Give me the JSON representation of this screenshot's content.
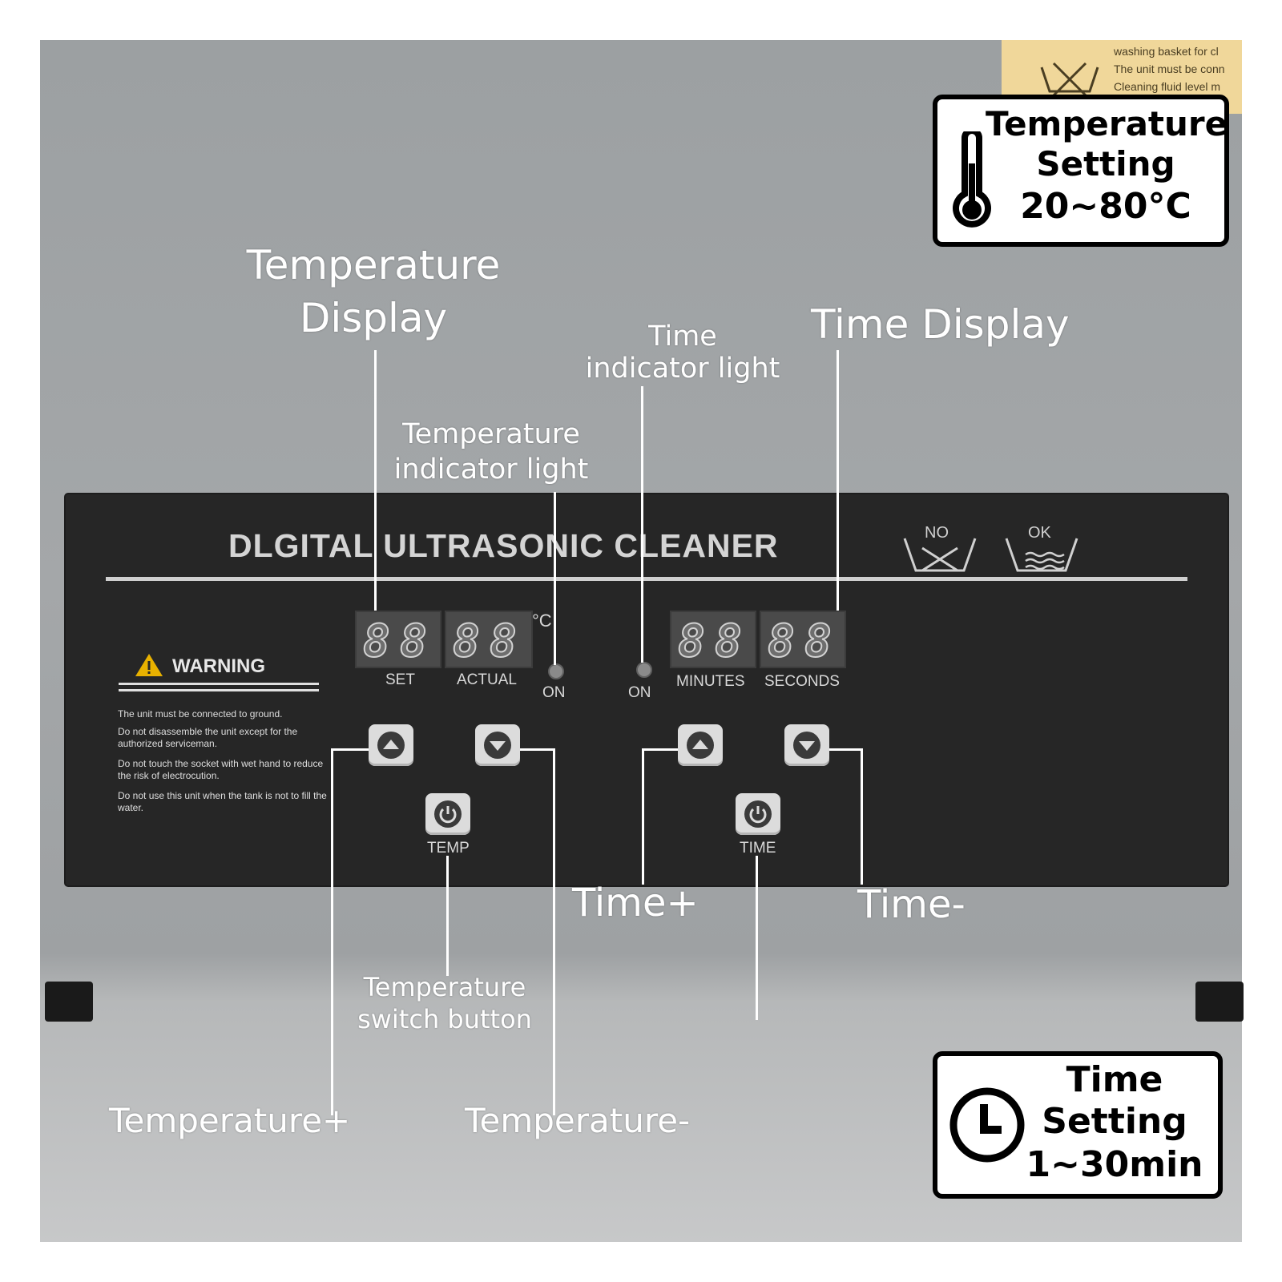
{
  "label_sticker": {
    "lines": [
      "washing basket for cl",
      "The unit must be conn",
      "Cleaning fluid level m"
    ]
  },
  "panel": {
    "title": "DLGITAL ULTRASONIC CLEANER",
    "wash_no": "NO",
    "wash_ok": "OK",
    "temp_unit": "°C",
    "display_digits": "8",
    "labels": {
      "set": "SET",
      "actual": "ACTUAL",
      "on_temp": "ON",
      "on_time": "ON",
      "minutes": "MINUTES",
      "seconds": "SECONDS",
      "temp_button": "TEMP",
      "time_button": "TIME"
    },
    "warning": {
      "title": "WARNING",
      "lines": [
        "The unit must be connected to ground.",
        "Do not disassemble the unit except for the authorized serviceman.",
        "Do not touch the socket with wet hand to reduce the risk of electrocution.",
        "Do not use this unit when the tank is not to fill the water."
      ]
    }
  },
  "annotations": {
    "temperature_display": [
      "Temperature",
      "Display"
    ],
    "time_indicator_light": [
      "Time",
      "indicator light"
    ],
    "time_display": "Time Display",
    "temperature_indicator_light": [
      "Temperature",
      "indicator light"
    ],
    "time_plus": "Time+",
    "time_minus": "Time-",
    "temperature_switch_button": [
      "Temperature",
      "switch button"
    ],
    "temperature_plus": "Temperature+",
    "temperature_minus": "Temperature-"
  },
  "badges": {
    "temperature": {
      "lines": [
        "Temperature",
        "Setting",
        "20~80°C"
      ],
      "icon": "thermometer-icon"
    },
    "time": {
      "lines": [
        "Time",
        "Setting",
        "1~30min"
      ],
      "icon": "clock-icon"
    }
  },
  "colors": {
    "panel": "#262626",
    "steel": "#9ea1a3",
    "annotation": "#ffffff",
    "badge_border": "#000000"
  }
}
